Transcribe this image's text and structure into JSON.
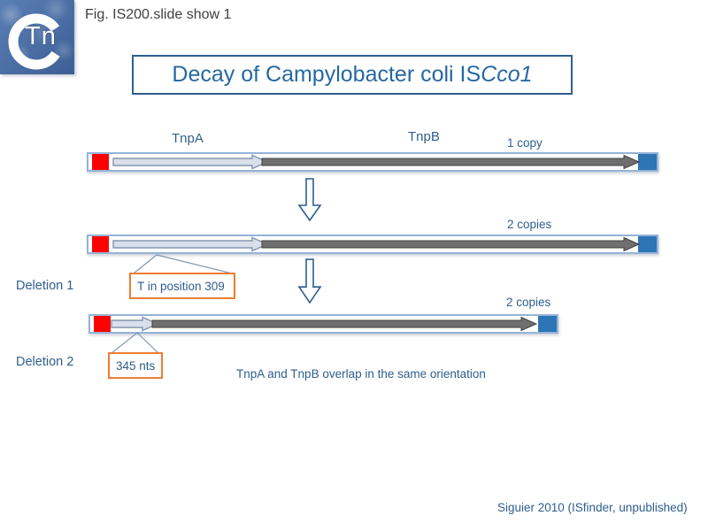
{
  "slide": {
    "caption": "Fig. IS200.slide show 1",
    "title": {
      "prefix": "Decay of Campylobacter coli IS",
      "italic": "Cco1"
    },
    "attribution": "Siguier 2010 (ISfinder, unpublished)"
  },
  "logo": {
    "letters": "Tn"
  },
  "diagram": {
    "gene_labels": {
      "tnpA": "TnpA",
      "tnpB": "TnpB"
    },
    "rows": [
      {
        "copies_label": "1 copy"
      },
      {
        "copies_label": "2 copies"
      },
      {
        "copies_label": "2 copies"
      }
    ],
    "deletions": [
      {
        "label": "Deletion 1",
        "callout": "T in position 309"
      },
      {
        "label": "Deletion 2",
        "callout": "345 nts"
      }
    ],
    "note": "TnpA and TnpB overlap in the same orientation"
  },
  "colors": {
    "accent": "#2E5E8E",
    "title-blue": "#2668A2",
    "caption": "#404040",
    "bar-border": "#95B3D7",
    "ir-red": "#FF0000",
    "ir-blue": "#2E75B6",
    "tnpa-fill": "#DAE0EA",
    "tnpa-stroke": "#8496B0",
    "tnpb-fill": "#6F6F6F",
    "tnpb-stroke": "#404040",
    "callout-orange": "#ED7D31"
  }
}
